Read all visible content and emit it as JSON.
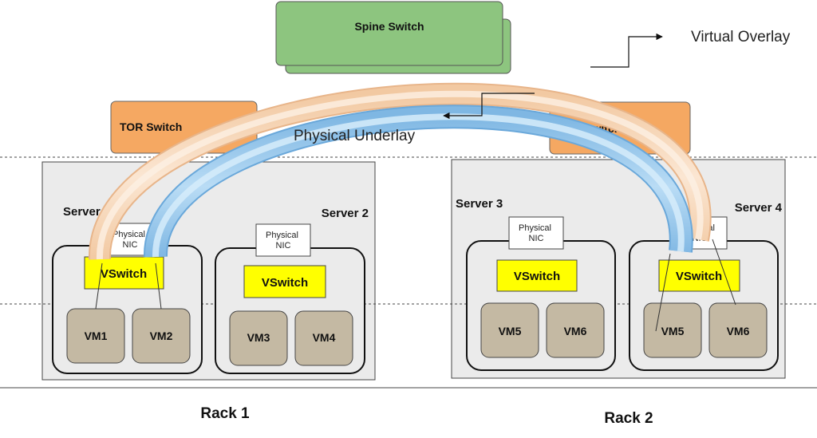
{
  "spine": {
    "label": "Spine Switch",
    "color": "#8dc57f"
  },
  "tor_left": {
    "label": "TOR Switch",
    "color": "#f5a862"
  },
  "tor_right": {
    "label": "TOR Switch",
    "color": "#f5a862"
  },
  "overlay_label": "Virtual Overlay",
  "underlay_label": "Physical Underlay",
  "racks": [
    {
      "label": "Rack 1"
    },
    {
      "label": "Rack 2"
    }
  ],
  "servers": [
    {
      "label": "Server 1",
      "nic": "Physical NIC",
      "vswitch": "VSwitch",
      "vms": [
        "VM1",
        "VM2"
      ]
    },
    {
      "label": "Server 2",
      "nic": "Physical NIC",
      "vswitch": "VSwitch",
      "vms": [
        "VM3",
        "VM4"
      ]
    },
    {
      "label": "Server 3",
      "nic": "Physical NIC",
      "vswitch": "VSwitch",
      "vms": [
        "VM5",
        "VM6"
      ]
    },
    {
      "label": "Server 4",
      "nic": "Physical NIC",
      "vswitch": "VSwitch",
      "vms": [
        "VM5",
        "VM6"
      ]
    }
  ],
  "colors": {
    "rack_bg": "#ebebeb",
    "vswitch": "#ffff00",
    "vm": "#c4b9a3",
    "overlay_tube": "#f8d6b6",
    "underlay_tube": "#9ccaec"
  }
}
